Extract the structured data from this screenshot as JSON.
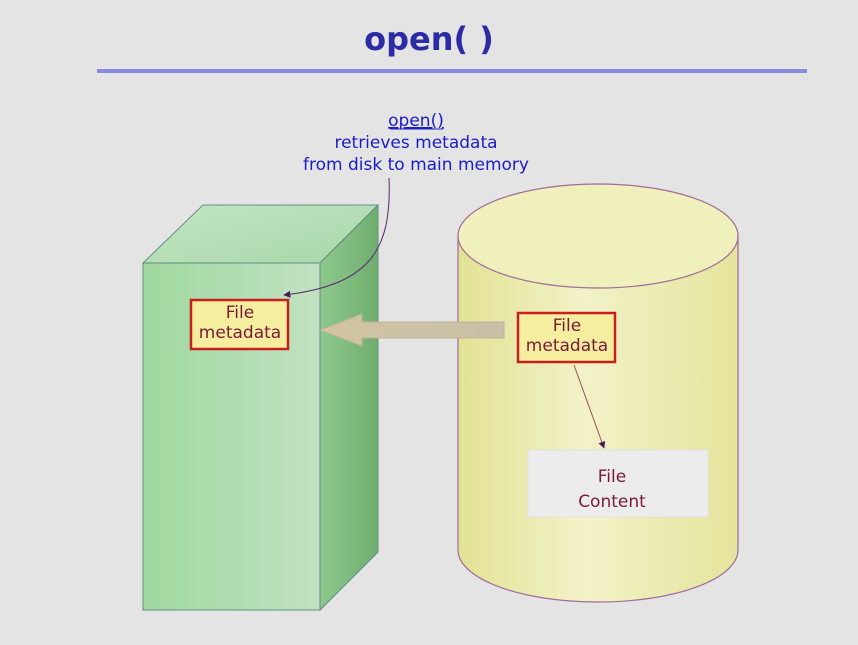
{
  "slide": {
    "title": "open( )",
    "caption": {
      "line1": "open()",
      "line2": "retrieves metadata",
      "line3": "from disk to main memory"
    },
    "memory_box": {
      "label_line1": "File",
      "label_line2": "metadata"
    },
    "disk": {
      "metadata_line1": "File",
      "metadata_line2": "metadata",
      "content_line1": "File",
      "content_line2": "Content"
    }
  },
  "colors": {
    "title": "#2b2ba6",
    "caption": "#1c1cc8",
    "rule": "#8a8ae0",
    "label_text": "#7a1a3a",
    "box_border": "#c81e1e",
    "box_fill": "#f5ee9e",
    "memory_fill": "#b4dcb4",
    "disk_fill": "#eeeeb4"
  }
}
